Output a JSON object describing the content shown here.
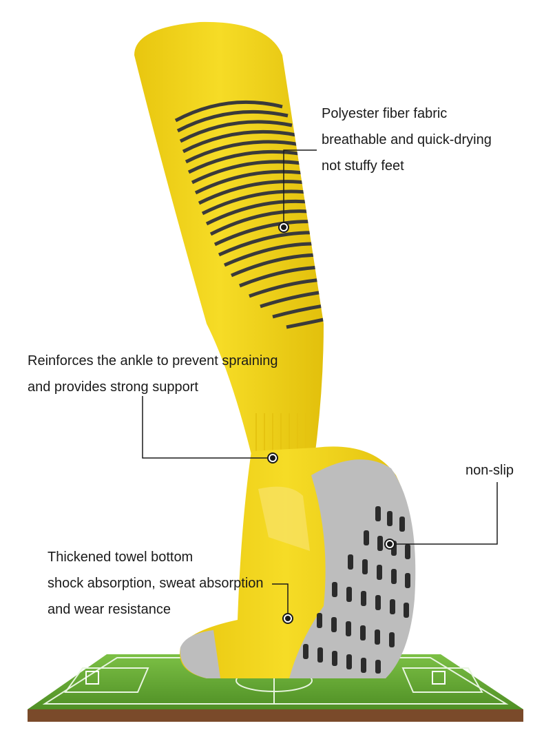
{
  "callouts": {
    "polyester": {
      "lines": [
        "Polyester fiber fabric",
        "breathable and quick-drying",
        "not stuffy feet"
      ]
    },
    "ankle": {
      "lines": [
        "Reinforces the ankle to prevent spraining",
        "and provides strong support"
      ]
    },
    "nonslip": {
      "lines": [
        "non-slip"
      ]
    },
    "towel": {
      "lines": [
        "Thickened towel bottom",
        "shock absorption, sweat absorption",
        "and wear resistance"
      ]
    }
  },
  "colors": {
    "sock_yellow": "#f3d51c",
    "sock_shadow": "#d9b90a",
    "stripe_dark": "#3a3a3a",
    "sole_gray": "#bdbdbd",
    "grip_black": "#2b2b2b",
    "grass_light": "#6fb23a",
    "grass_dark": "#4e8f26",
    "pitch_side": "#7a4a2a"
  }
}
